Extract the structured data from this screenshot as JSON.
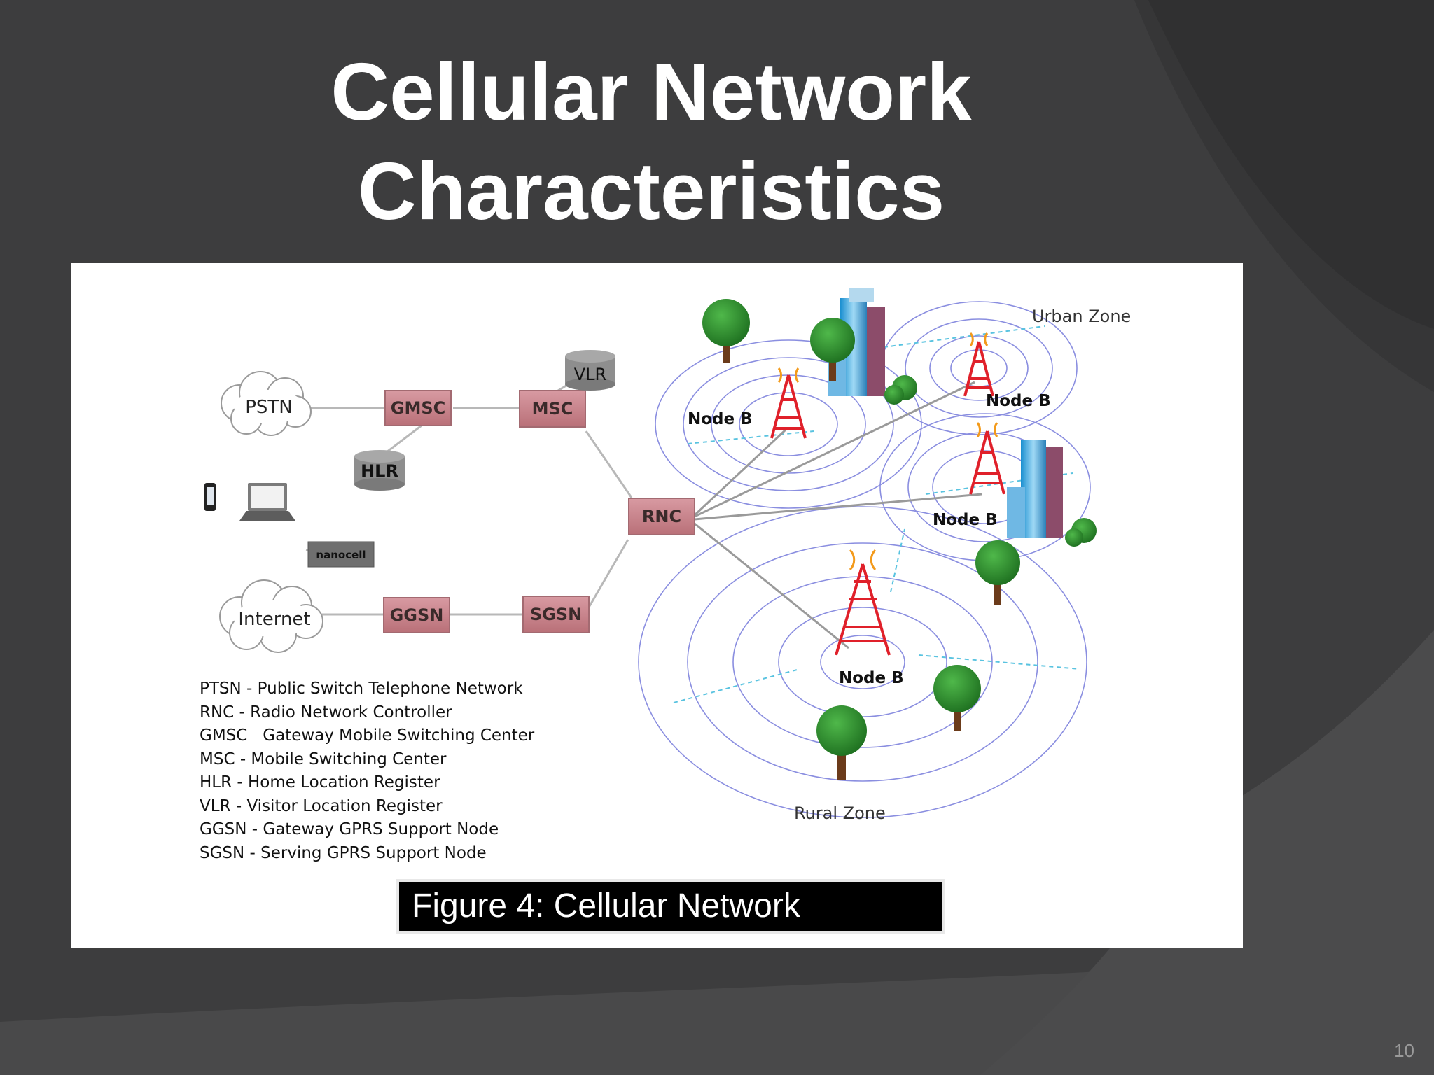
{
  "slide": {
    "title_line1": "Cellular Network",
    "title_line2": "Characteristics",
    "page_number": "10"
  },
  "diagram": {
    "nodes": {
      "pstn": "PSTN",
      "gmsc": "GMSC",
      "msc": "MSC",
      "vlr": "VLR",
      "hlr": "HLR",
      "rnc": "RNC",
      "nanocell": "nanocell",
      "internet": "Internet",
      "ggsn": "GGSN",
      "sgsn": "SGSN"
    },
    "node_b_label": "Node B",
    "urban_zone": "Urban Zone",
    "rural_zone": "Rural Zone"
  },
  "legend": [
    "PTSN - Public Switch Telephone Network",
    "RNC - Radio Network Controller",
    "GMSC   Gateway Mobile Switching Center",
    "MSC - Mobile Switching Center",
    "HLR - Home Location Register",
    "VLR - Visitor Location Register",
    "GGSN - Gateway GPRS Support Node",
    "SGSN - Serving GPRS Support Node"
  ],
  "caption": "Figure 4: Cellular Network",
  "colors": {
    "background": "#3b3b3c",
    "node_box": "#c9878f",
    "tower": "#e0202a",
    "coverage_ring": "#8a8ee0"
  }
}
